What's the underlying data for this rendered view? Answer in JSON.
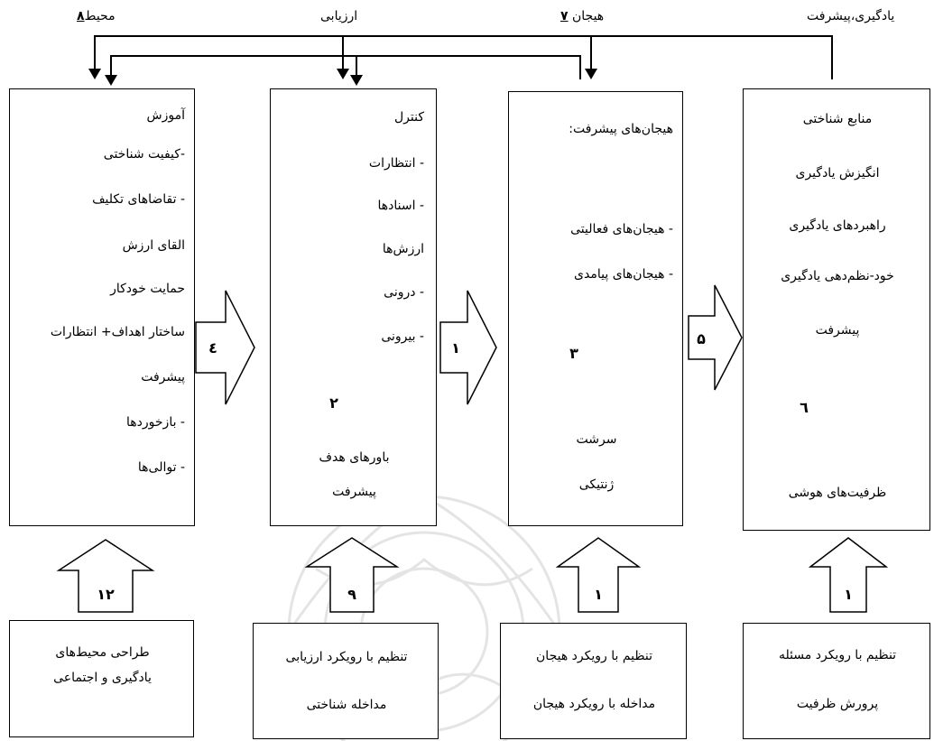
{
  "headers": {
    "environment": {
      "label": "محیط",
      "num": "۸"
    },
    "appraisal": {
      "label": "ارزیابی"
    },
    "emotion": {
      "label": "هیجان",
      "num": "۷"
    },
    "learning": {
      "label": "یادگیری،پیشرفت"
    }
  },
  "boxes": {
    "education": {
      "lines": [
        "آموزش",
        "-کیفیت شناختی",
        "- تقاضاهای تکلیف",
        "القای ارزش",
        "حمایت خودکار",
        "ساختار اهداف+ انتظارات",
        "پیشرفت",
        "- بازخوردها",
        "- توالی‌ها"
      ]
    },
    "control": {
      "lines": [
        "کنترل",
        "- انتظارات",
        "- اسنادها",
        "ارزش‌ها",
        "- درونی",
        "- بیرونی"
      ],
      "bottom_lines": [
        "باورهای هدف",
        "پیشرفت"
      ]
    },
    "achievement_emotions": {
      "lines": [
        "هیجان‌های پیشرفت:",
        "- هیجان‌های فعالیتی",
        "- هیجان‌های پیامدی"
      ],
      "bottom_lines": [
        "سرشت",
        "ژنتیکی"
      ]
    },
    "cognitive_resources": {
      "lines": [
        "منابع شناختی",
        "انگیزش یادگیری",
        "راهبردهای یادگیری",
        "خود-نظم‌دهی یادگیری",
        "پیشرفت"
      ],
      "bottom_lines": [
        "ظرفیت‌های هوشی"
      ]
    }
  },
  "bottom_boxes": {
    "env_design": {
      "lines": [
        "طراحی محیط‌های",
        "یادگیری و اجتماعی"
      ]
    },
    "appraisal_reg": {
      "lines": [
        "تنظیم با رویکرد ارزیابی",
        "مداخله شناختی"
      ]
    },
    "emotion_reg": {
      "lines": [
        "تنظیم با رویکرد هیجان",
        "مداخله با رویکرد هیجان"
      ]
    },
    "problem_reg": {
      "lines": [
        "تنظیم با رویکرد مسئله",
        "پرورش ظرفیت"
      ]
    }
  },
  "arrow_numbers": {
    "right_4": "٤",
    "right_1": "۱",
    "right_5": "۵",
    "up_2": "۲",
    "up_3": "۳",
    "down_6": "٦",
    "up_12": "۱۲",
    "up_9": "۹",
    "up_1a": "۱",
    "up_1b": "۱"
  }
}
